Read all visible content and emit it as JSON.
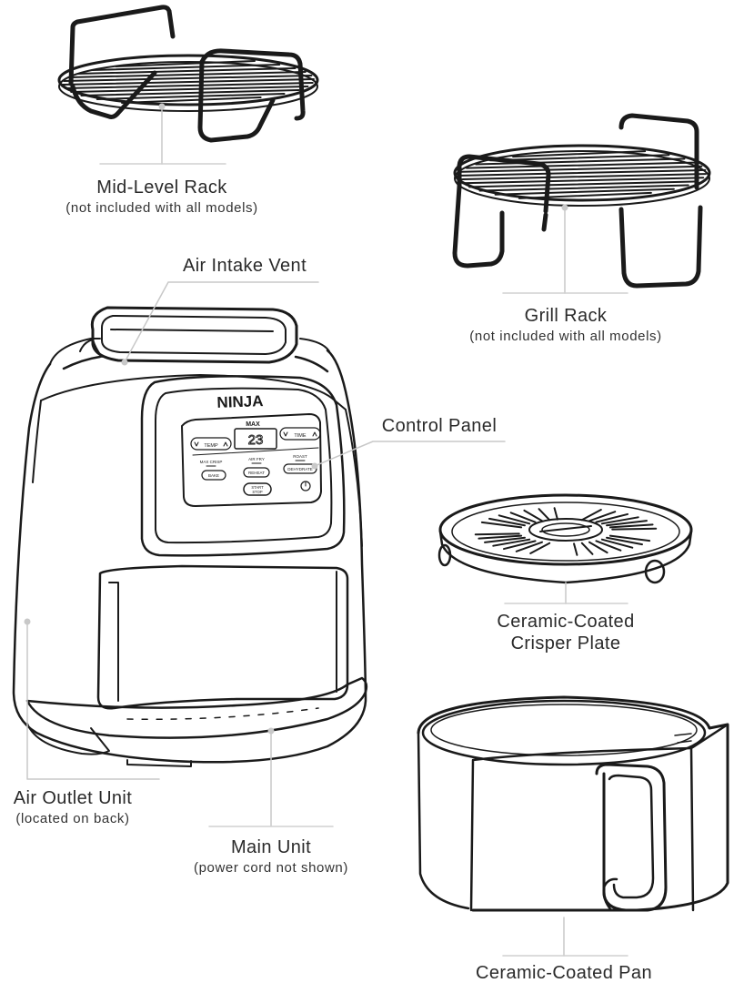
{
  "brand": "NINJA",
  "parts": [
    {
      "id": "mid-level-rack",
      "title": "Mid-Level Rack",
      "subtitle": "(not included with all models)"
    },
    {
      "id": "grill-rack",
      "title": "Grill Rack",
      "subtitle": "(not included with all models)"
    },
    {
      "id": "air-intake-vent",
      "title": "Air Intake Vent",
      "subtitle": ""
    },
    {
      "id": "control-panel",
      "title": "Control Panel",
      "subtitle": ""
    },
    {
      "id": "crisper-plate",
      "title": "Ceramic-Coated Crisper Plate",
      "subtitle": ""
    },
    {
      "id": "air-outlet-unit",
      "title": "Air Outlet Unit",
      "subtitle": "(located on back)"
    },
    {
      "id": "main-unit",
      "title": "Main Unit",
      "subtitle": "(power cord not shown)"
    },
    {
      "id": "pan",
      "title": "Ceramic-Coated Pan",
      "subtitle": ""
    }
  ],
  "crisper_title_lines": [
    "Ceramic-Coated",
    "Crisper Plate"
  ],
  "control_panel": {
    "max": "MAX",
    "display": "23",
    "temp": "TEMP",
    "time": "TIME",
    "max_crisp": "MAX CRISP",
    "air_fry": "AIR FRY",
    "roast": "ROAST",
    "bake": "BAKE",
    "reheat": "REHEAT",
    "dehydrate": "DEHYDRATE",
    "start": "START",
    "stop": "STOP"
  }
}
